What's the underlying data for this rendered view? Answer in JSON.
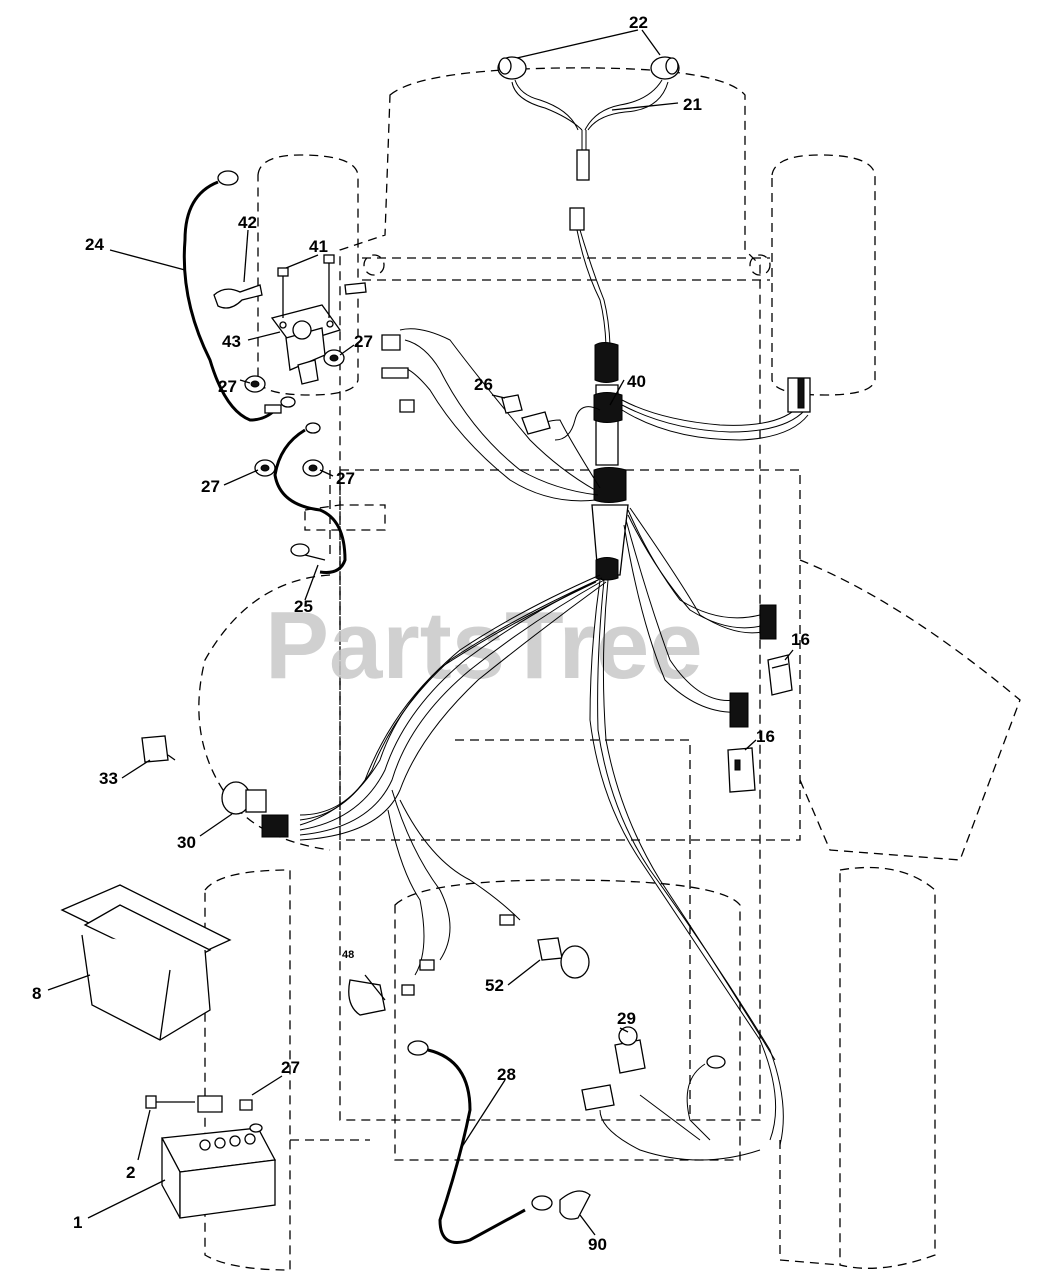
{
  "watermark": "PartsTree",
  "callouts": {
    "p22": "22",
    "p21": "21",
    "p24": "24",
    "p42": "42",
    "p41": "41",
    "p43": "43",
    "p27a": "27",
    "p27b": "27",
    "p27c": "27",
    "p27d": "27",
    "p27e": "27",
    "p26": "26",
    "p40": "40",
    "p25": "25",
    "p16a": "16",
    "p16b": "16",
    "p33": "33",
    "p30": "30",
    "p8": "8",
    "p48": "48",
    "p52": "52",
    "p29": "29",
    "p28": "28",
    "p2": "2",
    "p1": "1",
    "p90": "90"
  }
}
